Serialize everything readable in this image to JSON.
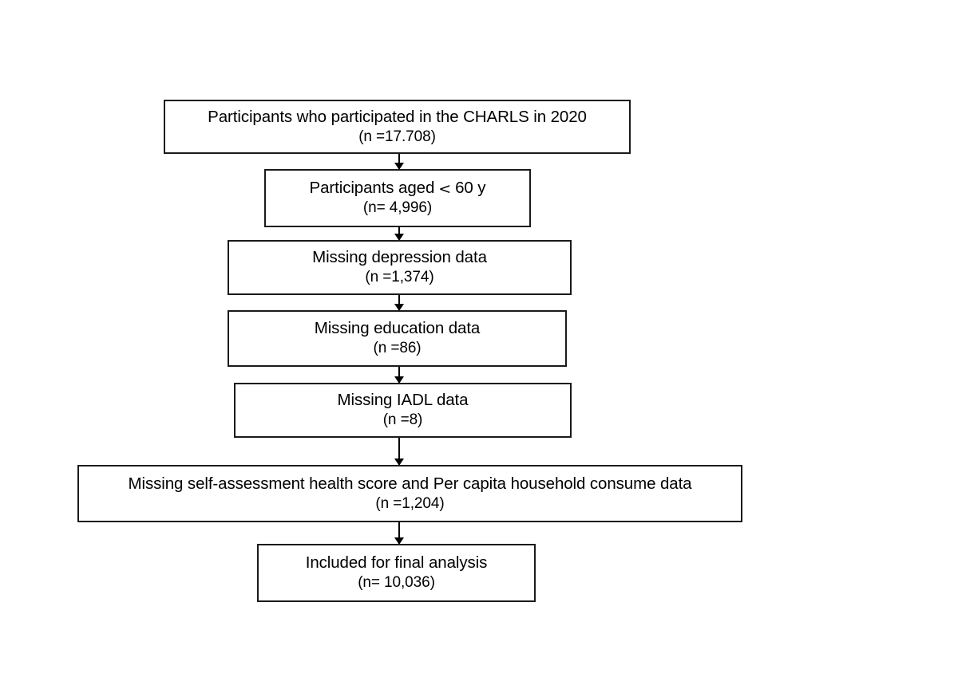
{
  "diagram": {
    "type": "flowchart",
    "title": "CHARLS 2020 participant selection flow diagram",
    "orientation": "vertical",
    "colors": {
      "box_border": "#1a1a1a",
      "box_fill": "#ffffff",
      "text": "#000000",
      "arrow": "#000000",
      "background": "#ffffff"
    },
    "nodes": [
      {
        "id": "node-1",
        "label": "Participants who participated in the CHARLS in 2020",
        "count_label": "(n =17.708)",
        "n": 17708
      },
      {
        "id": "node-2",
        "label_before_operator": "Participants aged",
        "operator": "<",
        "label_after_operator": "60 y",
        "count_label": "(n= 4,996)",
        "n": 4996
      },
      {
        "id": "node-3",
        "label": "Missing depression data",
        "count_label": "(n =1,374)",
        "n": 1374
      },
      {
        "id": "node-4",
        "label": "Missing education data",
        "count_label": "(n =86)",
        "n": 86
      },
      {
        "id": "node-5",
        "label": "Missing IADL data",
        "count_label": "(n =8)",
        "n": 8
      },
      {
        "id": "node-6",
        "label": "Missing self-assessment health score and Per capita household consume data",
        "count_label": "(n =1,204)",
        "n": 1204
      },
      {
        "id": "node-7",
        "label": "Included for final analysis",
        "count_label": "(n= 10,036)",
        "n": 10036
      }
    ],
    "connectors": [
      {
        "id": "conn-1",
        "from": "node-1",
        "to": "node-2",
        "arrow": "down-arrow-icon"
      },
      {
        "id": "conn-2",
        "from": "node-2",
        "to": "node-3",
        "arrow": "down-arrow-icon"
      },
      {
        "id": "conn-3",
        "from": "node-3",
        "to": "node-4",
        "arrow": "down-arrow-icon"
      },
      {
        "id": "conn-4",
        "from": "node-4",
        "to": "node-5",
        "arrow": "down-arrow-icon"
      },
      {
        "id": "conn-5",
        "from": "node-5",
        "to": "node-6",
        "arrow": "down-arrow-icon"
      },
      {
        "id": "conn-6",
        "from": "node-6",
        "to": "node-7",
        "arrow": "down-arrow-icon"
      }
    ]
  }
}
